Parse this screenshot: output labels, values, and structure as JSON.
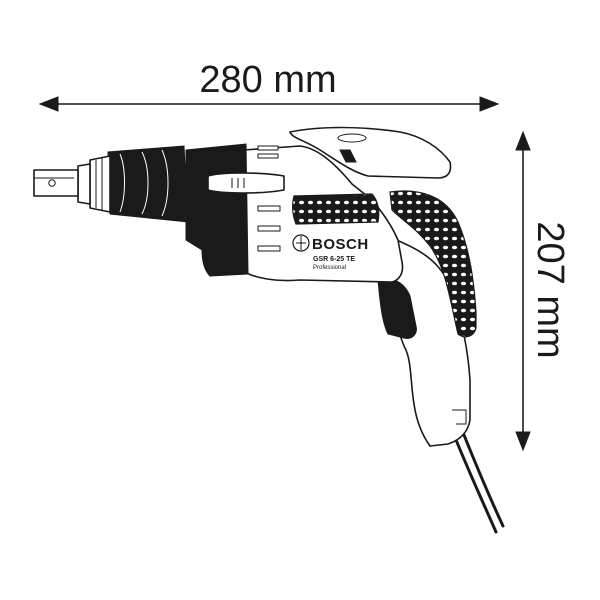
{
  "dimensions": {
    "width_label": "280 mm",
    "height_label": "207 mm"
  },
  "product": {
    "brand": "BOSCH",
    "model": "GSR 6-25 TE",
    "line": "Professional"
  },
  "colors": {
    "ink": "#1a1a1a",
    "background": "#ffffff"
  }
}
